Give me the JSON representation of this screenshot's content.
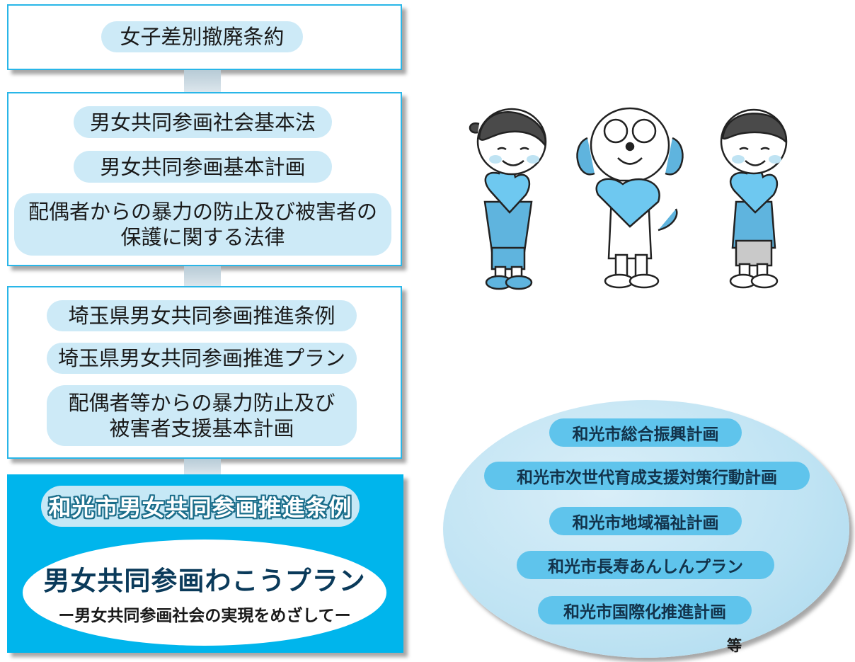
{
  "international": {
    "treaty": "女子差別撤廃条約"
  },
  "national": {
    "items": [
      "男女共同参画社会基本法",
      "男女共同参画基本計画",
      "配偶者からの暴力の防止及び被害者の\n保護に関する法律"
    ]
  },
  "prefecture": {
    "items": [
      "埼玉県男女共同参画推進条例",
      "埼玉県男女共同参画推進プラン",
      "配偶者等からの暴力防止及び\n被害者支援基本計画"
    ]
  },
  "city": {
    "ordinance": "和光市男女共同参画推進条例",
    "plan_title": "男女共同参画わこうプラン",
    "plan_subtitle": "ー男女共同参画社会の実現をめざしてー"
  },
  "related_plans": {
    "items": [
      "和光市総合振興計画",
      "和光市次世代育成支援対策行動計画",
      "和光市地域福祉計画",
      "和光市長寿あんしんプラン",
      "和光市国際化推進計画"
    ],
    "etc": "等"
  },
  "colors": {
    "border": "#29b6e8",
    "pill": "#cdeaf7",
    "city_box": "#00b5ec",
    "oval": "#bfe3f3",
    "oval_pill": "#5fc4ec"
  },
  "illustration": {
    "characters": [
      "girl",
      "dog",
      "boy"
    ],
    "held_object": "heart"
  }
}
